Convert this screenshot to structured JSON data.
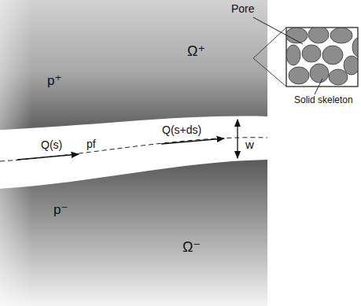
{
  "diagram": {
    "nodes": [
      {
        "text": [
          "Ω⁺",
          "p⁺"
        ]
      },
      {
        "text": [
          "p⁻",
          "Ω⁻"
        ]
      }
    ],
    "labels": [
      "Pore",
      "Solid skeleton",
      "Q(s)",
      "pf",
      "Q(s+ds)",
      "w"
    ]
  }
}
